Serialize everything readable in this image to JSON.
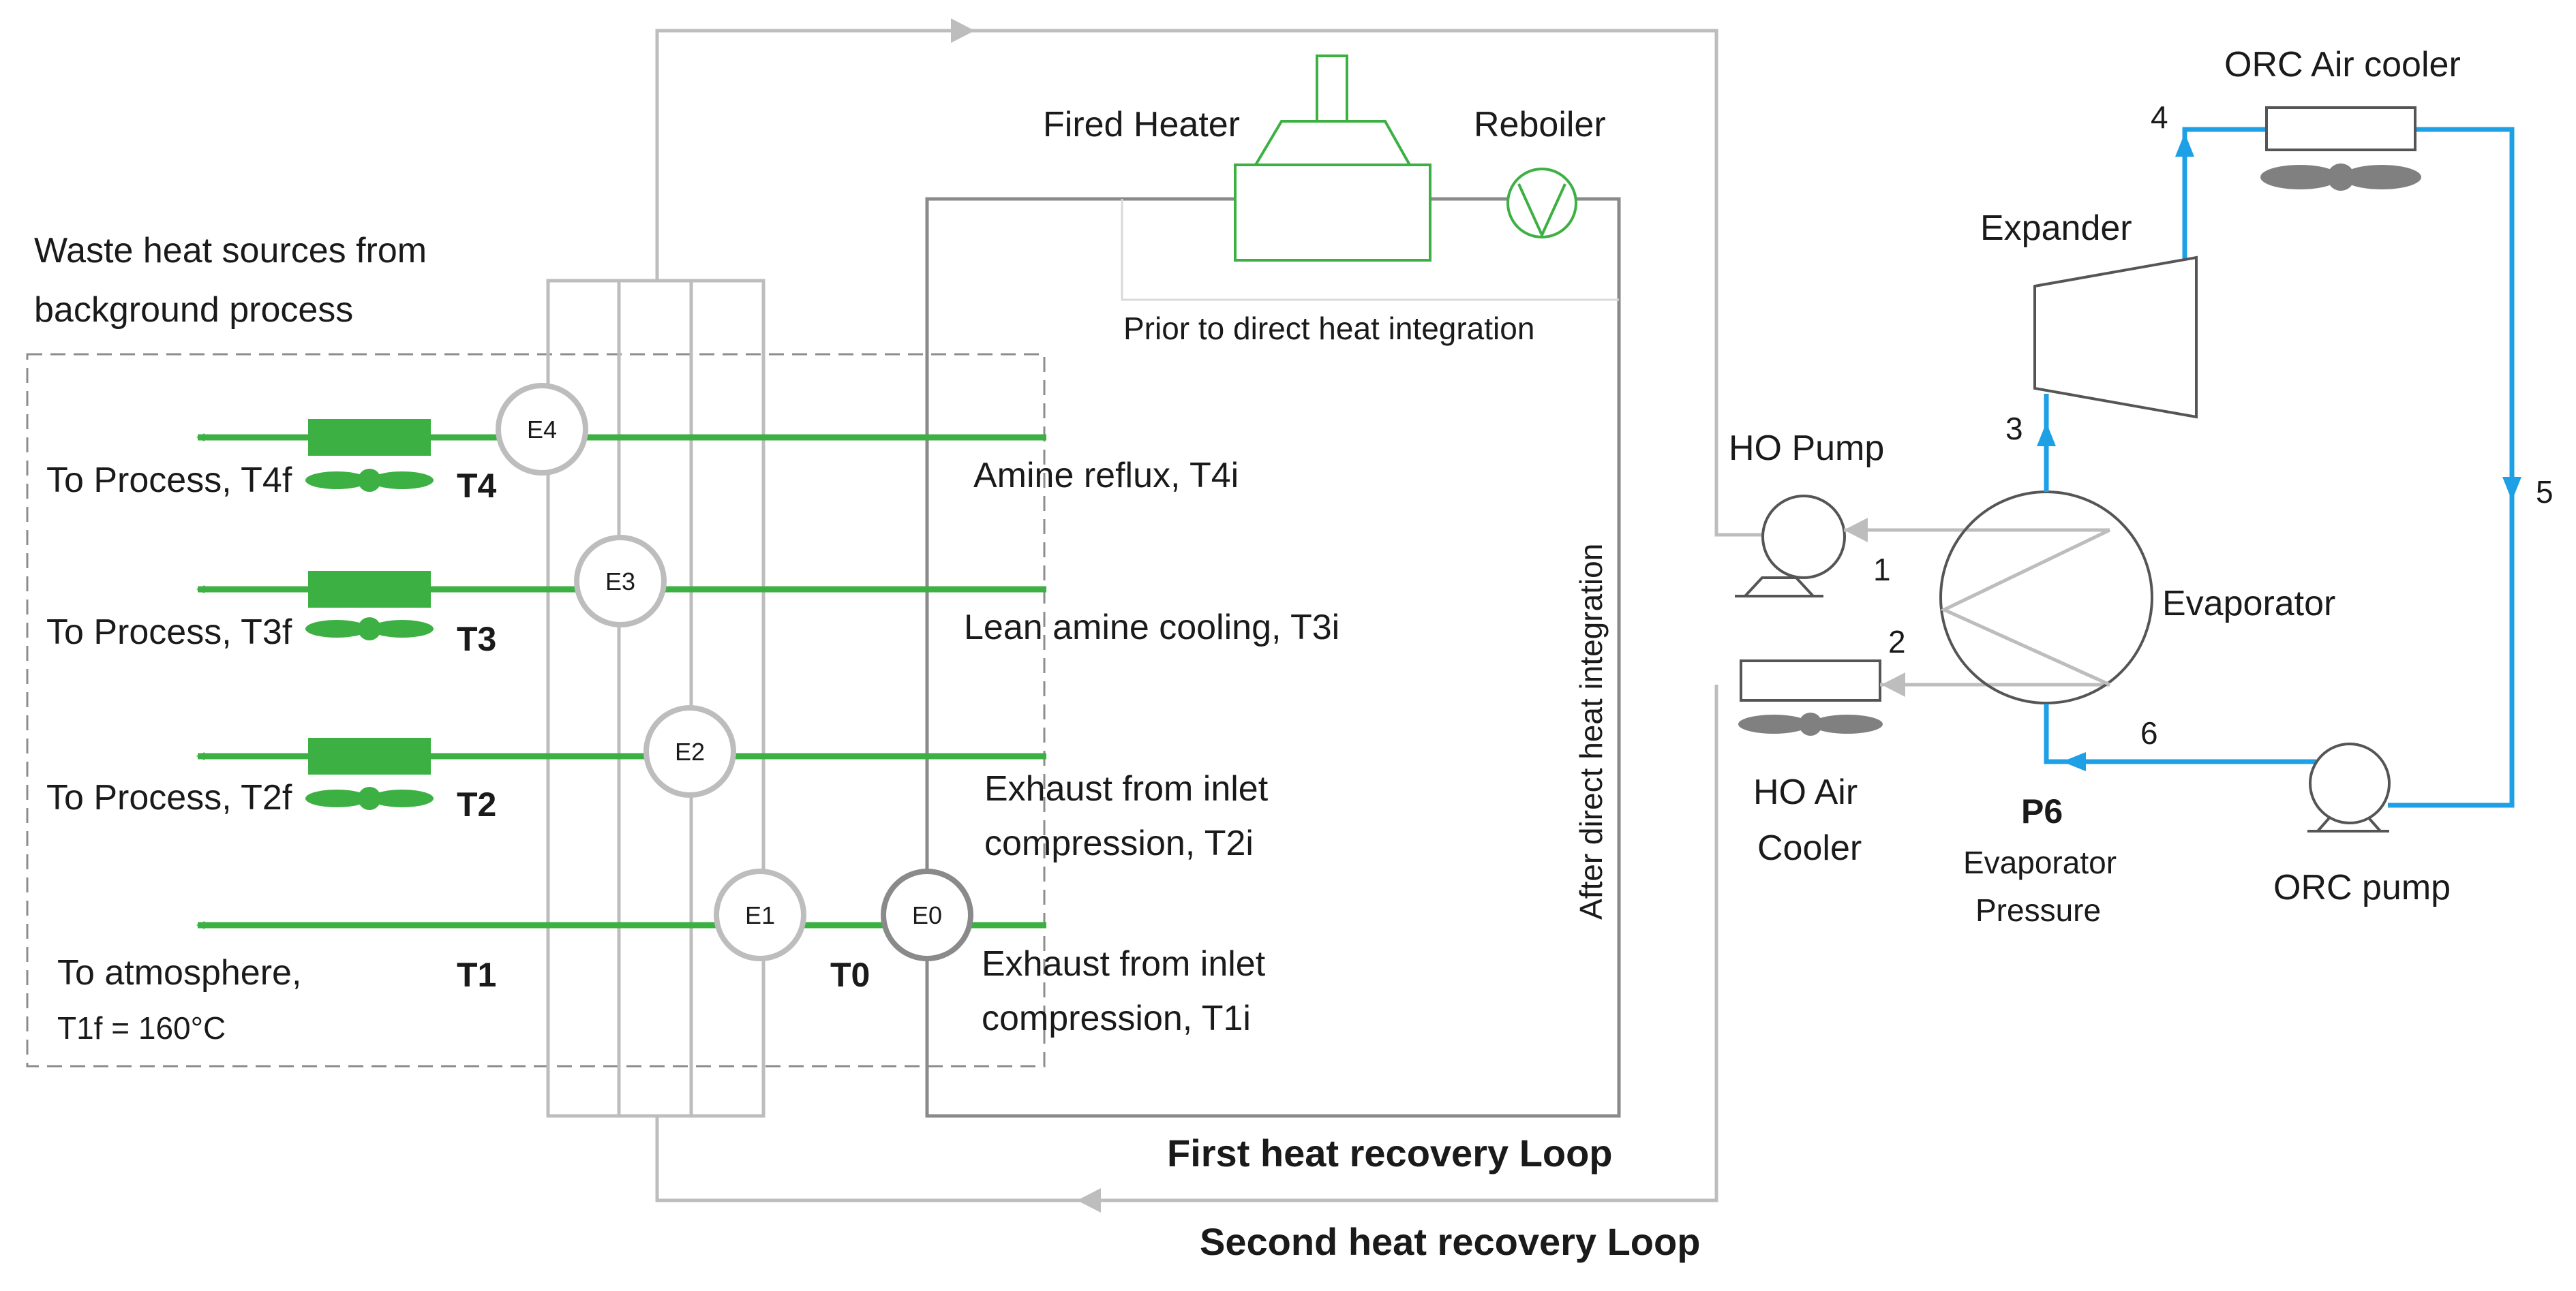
{
  "labels": {
    "waste_heat_line1": "Waste heat sources from",
    "waste_heat_line2": "background process",
    "fired_heater": "Fired Heater",
    "reboiler": "Reboiler",
    "prior_integration": "Prior to direct heat integration",
    "after_integration": "After direct heat integration",
    "ho_pump": "HO Pump",
    "ho_air_cooler_line1": "HO Air",
    "ho_air_cooler_line2": "Cooler",
    "expander": "Expander",
    "orc_air_cooler": "ORC Air cooler",
    "evaporator": "Evaporator",
    "orc_pump": "ORC pump",
    "p6": "P6",
    "evap_pressure_line1": "Evaporator",
    "evap_pressure_line2": "Pressure",
    "first_loop": "First heat recovery Loop",
    "second_loop": "Second heat recovery Loop"
  },
  "state_points": [
    "1",
    "2",
    "3",
    "4",
    "5",
    "6"
  ],
  "exchangers": [
    "E0",
    "E1",
    "E2",
    "E3",
    "E4"
  ],
  "streams": [
    {
      "id": "s4",
      "outlet": "To Process, T4f",
      "temp": "T4",
      "inlet": "Amine reflux, T4i"
    },
    {
      "id": "s3",
      "outlet": "To Process, T3f",
      "temp": "T3",
      "inlet": "Lean amine cooling, T3i"
    },
    {
      "id": "s2",
      "outlet": "To Process, T2f",
      "temp": "T2",
      "inlet_line1": "Exhaust from inlet",
      "inlet_line2": "compression, T2i"
    },
    {
      "id": "s1",
      "outlet_line1": "To atmosphere,",
      "outlet_line2": "T1f = 160°C",
      "temp": "T1",
      "t0": "T0",
      "inlet_line1": "Exhaust from inlet",
      "inlet_line2": "compression, T1i"
    }
  ],
  "colors": {
    "stream_green": "#3cb043",
    "orc_blue": "#1ea0e6",
    "loop_gray": "#bdbdbd",
    "dark_gray": "#8a8a8a",
    "fan_gray": "#808080"
  }
}
